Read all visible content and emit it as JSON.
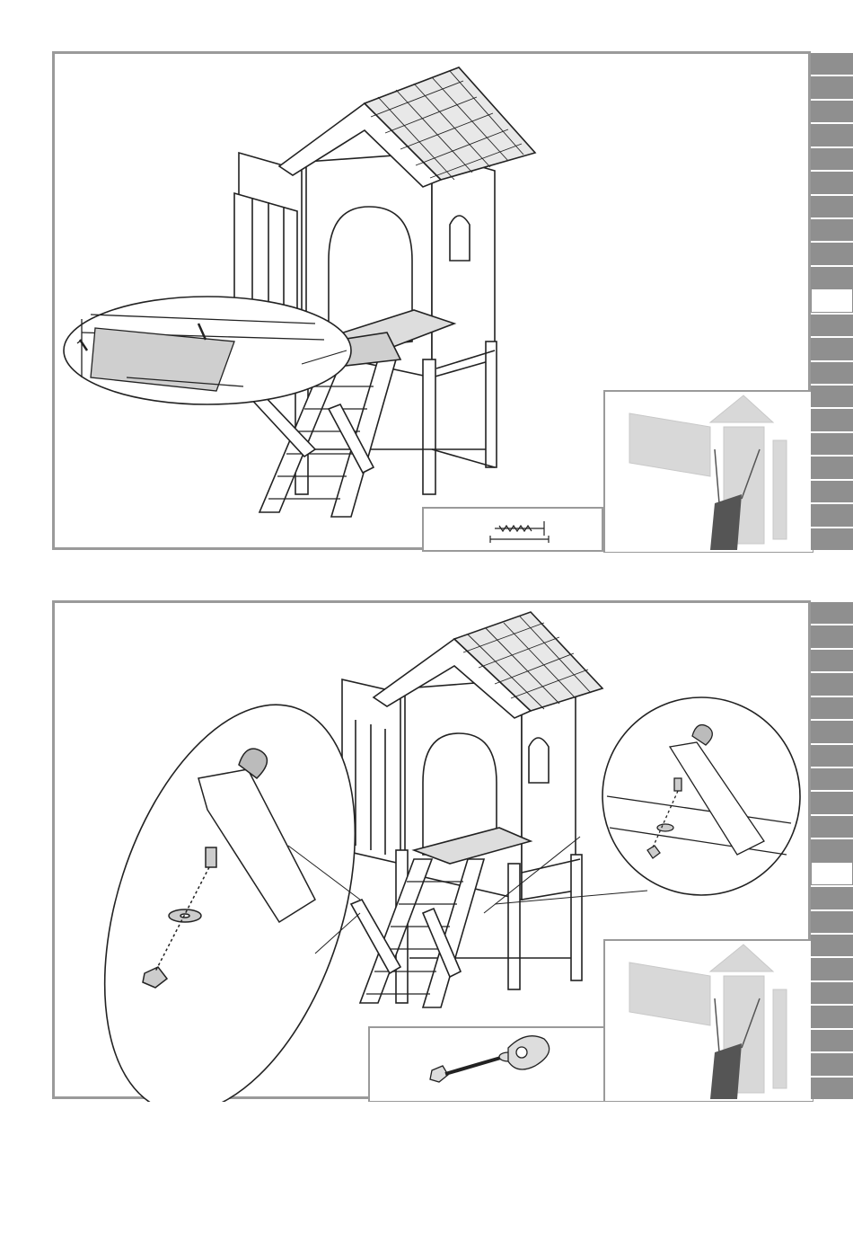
{
  "page": {
    "background": "#ffffff",
    "frame_color": "#9a9a9a",
    "tab_color": "#8f8f8f"
  },
  "steps": [
    {
      "id": "step-a",
      "description_icons": [
        "playhouse-tower-illustration",
        "detail-zoom-board",
        "screw-icon",
        "progress-thumbnail"
      ],
      "active_tab_index": 10,
      "tab_count": 21
    },
    {
      "id": "step-b",
      "description_icons": [
        "playhouse-tower-illustration",
        "detail-zoom-bolt-left",
        "detail-zoom-bolt-right",
        "eye-bolt-icon",
        "progress-thumbnail"
      ],
      "active_tab_index": 11,
      "tab_count": 21
    }
  ]
}
